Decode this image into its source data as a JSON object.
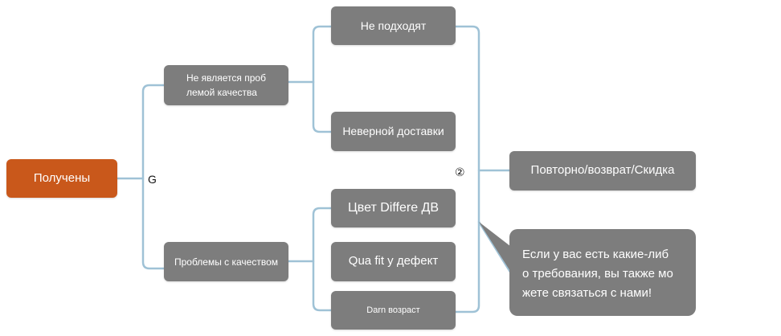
{
  "root": {
    "label": "Получены"
  },
  "junction_label": "G",
  "branch_a": {
    "label_line1": "Не является проб",
    "label_line2": "лемой качества",
    "children": [
      "Не подходят",
      "Неверной доставки"
    ]
  },
  "branch_b": {
    "label": "Проблемы с качеством",
    "children": [
      "Цвет Differe ДВ",
      "Qua fit у дефект",
      "Darn возраст"
    ]
  },
  "marker": "②",
  "outcome": {
    "label": "Повторно/возврат/Скидка"
  },
  "callout": {
    "line1": "Если у вас есть какие-либ",
    "line2": "о требования, вы также мо",
    "line3": "жете связаться с нами!"
  },
  "colors": {
    "root": "#c9581b",
    "node": "#7d7d7d",
    "connector": "#9fc2d6"
  }
}
